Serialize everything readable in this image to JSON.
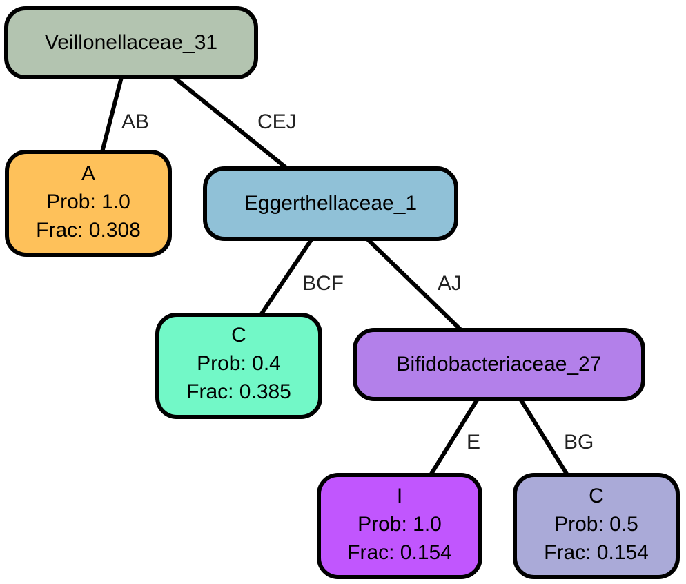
{
  "nodes": [
    {
      "id": "n0",
      "lines": [
        "Veillonellaceae_31"
      ],
      "fill": "#b3c4b0"
    },
    {
      "id": "n1",
      "lines": [
        "A",
        "Prob: 1.0",
        "Frac: 0.308"
      ],
      "fill": "#fec15a"
    },
    {
      "id": "n2",
      "lines": [
        "Eggerthellaceae_1"
      ],
      "fill": "#90c1d7"
    },
    {
      "id": "n3",
      "lines": [
        "C",
        "Prob: 0.4",
        "Frac: 0.385"
      ],
      "fill": "#72f8c7"
    },
    {
      "id": "n4",
      "lines": [
        "Bifidobacteriaceae_27"
      ],
      "fill": "#b380ea"
    },
    {
      "id": "n5",
      "lines": [
        "I",
        "Prob: 1.0",
        "Frac: 0.154"
      ],
      "fill": "#c156fe"
    },
    {
      "id": "n6",
      "lines": [
        "C",
        "Prob: 0.5",
        "Frac: 0.154"
      ],
      "fill": "#aaaad8"
    }
  ],
  "edges": [
    {
      "from": "n0",
      "to": "n1",
      "label": "AB"
    },
    {
      "from": "n0",
      "to": "n2",
      "label": "CEJ"
    },
    {
      "from": "n2",
      "to": "n3",
      "label": "BCF"
    },
    {
      "from": "n2",
      "to": "n4",
      "label": "AJ"
    },
    {
      "from": "n4",
      "to": "n5",
      "label": "E"
    },
    {
      "from": "n4",
      "to": "n6",
      "label": "BG"
    }
  ]
}
